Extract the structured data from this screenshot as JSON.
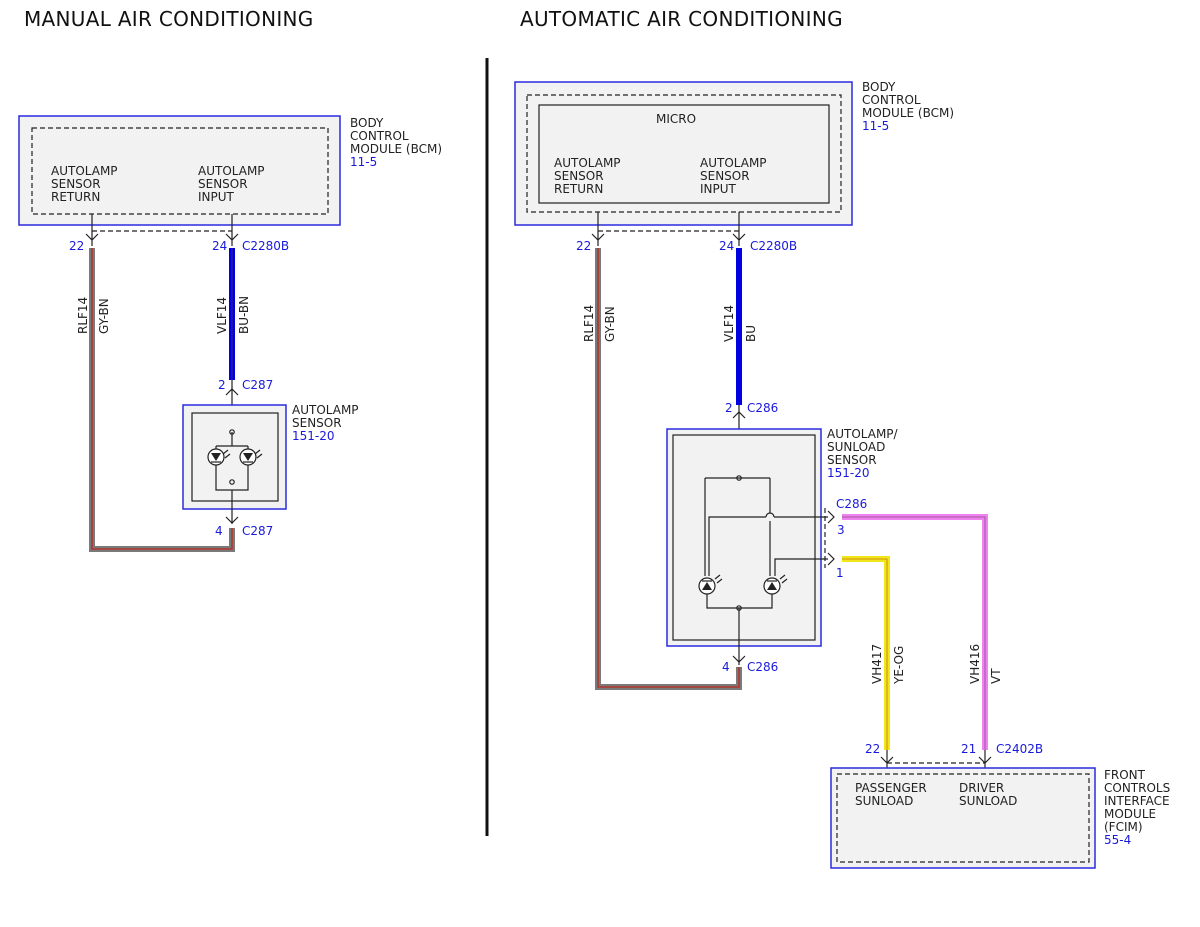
{
  "titles": {
    "manual": "MANUAL AIR CONDITIONING",
    "automatic": "AUTOMATIC AIR CONDITIONING"
  },
  "manual": {
    "bcm": {
      "name_lines": [
        "BODY",
        "CONTROL",
        "MODULE (BCM)"
      ],
      "ref": "11-5",
      "pin_left_lines": [
        "AUTOLAMP",
        "SENSOR",
        "RETURN"
      ],
      "pin_right_lines": [
        "AUTOLAMP",
        "SENSOR",
        "INPUT"
      ],
      "pin_left_num": "22",
      "pin_right_num": "24",
      "connector": "C2280B"
    },
    "wire_return": {
      "circuit": "RLF14",
      "color": "GY-BN"
    },
    "wire_input": {
      "circuit": "VLF14",
      "color": "BU-BN"
    },
    "sensor": {
      "name_lines": [
        "AUTOLAMP",
        "SENSOR"
      ],
      "ref": "151-20",
      "top_pin": "2",
      "top_connector": "C287",
      "bottom_pin": "4",
      "bottom_connector": "C287"
    }
  },
  "automatic": {
    "bcm": {
      "name_lines": [
        "BODY",
        "CONTROL",
        "MODULE (BCM)"
      ],
      "ref": "11-5",
      "inner_label": "MICRO",
      "pin_left_lines": [
        "AUTOLAMP",
        "SENSOR",
        "RETURN"
      ],
      "pin_right_lines": [
        "AUTOLAMP",
        "SENSOR",
        "INPUT"
      ],
      "pin_left_num": "22",
      "pin_right_num": "24",
      "connector": "C2280B"
    },
    "wire_return": {
      "circuit": "RLF14",
      "color": "GY-BN"
    },
    "wire_input": {
      "circuit": "VLF14",
      "color": "BU"
    },
    "sensor": {
      "name_lines": [
        "AUTOLAMP/",
        "SUNLOAD",
        "SENSOR"
      ],
      "ref": "151-20",
      "top_pin": "2",
      "top_connector": "C286",
      "bottom_pin": "4",
      "bottom_connector": "C286",
      "side_connector": "C286",
      "side_pin_upper": "3",
      "side_pin_lower": "1"
    },
    "wire_passenger": {
      "circuit": "VH417",
      "color": "YE-OG"
    },
    "wire_driver": {
      "circuit": "VH416",
      "color": "VT"
    },
    "fcim": {
      "name_lines": [
        "FRONT",
        "CONTROLS",
        "INTERFACE",
        "MODULE",
        "(FCIM)"
      ],
      "ref": "55-4",
      "pin_left_lines": [
        "PASSENGER",
        "SUNLOAD"
      ],
      "pin_right_lines": [
        "DRIVER",
        "SUNLOAD"
      ],
      "pin_left_num": "22",
      "pin_right_num": "21",
      "connector": "C2402B"
    }
  },
  "colors": {
    "module_border": "#2a2ae0",
    "ref_text": "#1a1adc",
    "wire_blue": "#0000e0",
    "wire_yellow": "#f2e61a",
    "wire_violet": "#ee82ee",
    "wire_gray": "#7a7a7a",
    "wire_brown": "#b0362f"
  }
}
